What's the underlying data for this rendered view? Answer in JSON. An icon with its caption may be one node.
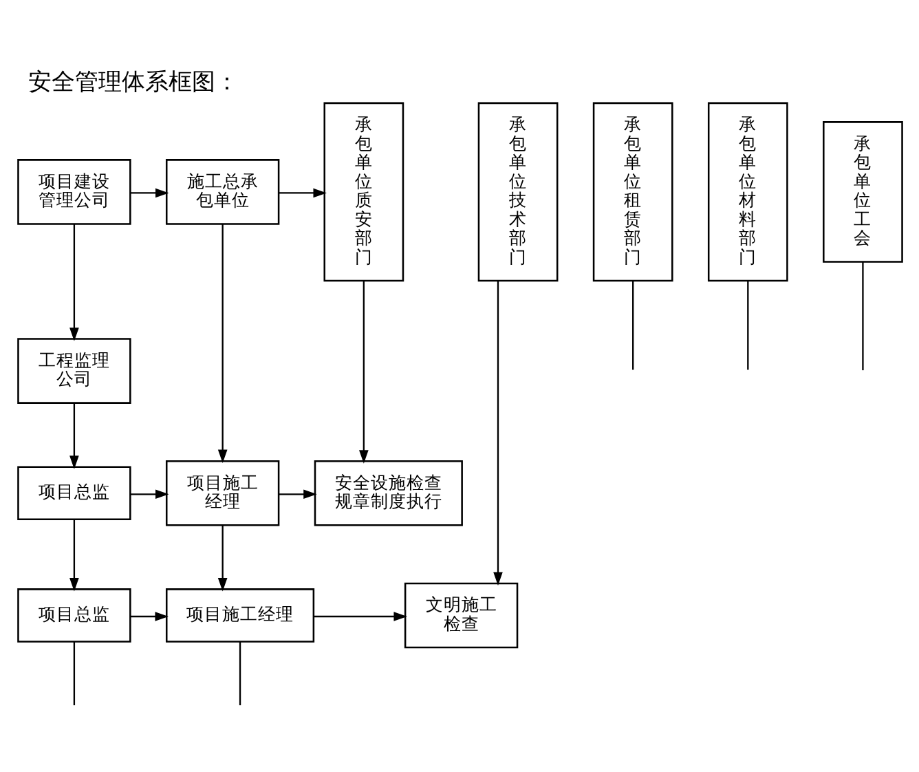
{
  "diagram": {
    "title": "安全管理体系框图：",
    "nodes": [
      {
        "text": [
          "项目建设管理公司"
        ]
      },
      {
        "text": [
          "施工总承包单位"
        ]
      },
      {
        "text": [
          "承包单位质安部门"
        ]
      },
      {
        "text": [
          "承包单位技术部门"
        ]
      },
      {
        "text": [
          "承包单位租赁部门"
        ]
      },
      {
        "text": [
          "承包单位材料部门"
        ]
      },
      {
        "text": [
          "承包单位工会"
        ]
      },
      {
        "text": [
          "工程监理公司"
        ]
      },
      {
        "text": [
          "项目总监"
        ]
      },
      {
        "text": [
          "项目施工经理"
        ]
      },
      {
        "text": [
          "安全设施检查规章制度执行"
        ]
      },
      {
        "text": [
          "项目总监"
        ]
      },
      {
        "text": [
          "项目施工经理"
        ]
      },
      {
        "text": [
          "文明施工检查"
        ]
      }
    ],
    "edges": [
      {
        "from": 0,
        "to": 1,
        "arrow": "to"
      },
      {
        "from": 1,
        "to": 2,
        "arrow": "to"
      },
      {
        "from": 0,
        "to": 7,
        "arrow": "to"
      },
      {
        "from": 7,
        "to": 8,
        "arrow": "to"
      },
      {
        "from": 1,
        "to": 9,
        "arrow": "to"
      },
      {
        "from": 2,
        "to": 10,
        "arrow": "to"
      },
      {
        "from": 8,
        "to": 9,
        "arrow": "to"
      },
      {
        "from": 9,
        "to": 10,
        "arrow": "to"
      },
      {
        "from": 8,
        "to": 11,
        "arrow": "to"
      },
      {
        "from": 9,
        "to": 12,
        "arrow": "to"
      },
      {
        "from": 3,
        "to": 13,
        "arrow": "to"
      },
      {
        "from": 11,
        "to": 12,
        "arrow": "to"
      },
      {
        "from": 12,
        "to": 13,
        "arrow": "to"
      },
      {
        "from": 4,
        "to": null,
        "arrow": "none"
      },
      {
        "from": 5,
        "to": null,
        "arrow": "none"
      },
      {
        "from": 6,
        "to": null,
        "arrow": "none"
      },
      {
        "from": 11,
        "to": null,
        "arrow": "none"
      },
      {
        "from": 12,
        "to": null,
        "arrow": "none"
      }
    ]
  }
}
